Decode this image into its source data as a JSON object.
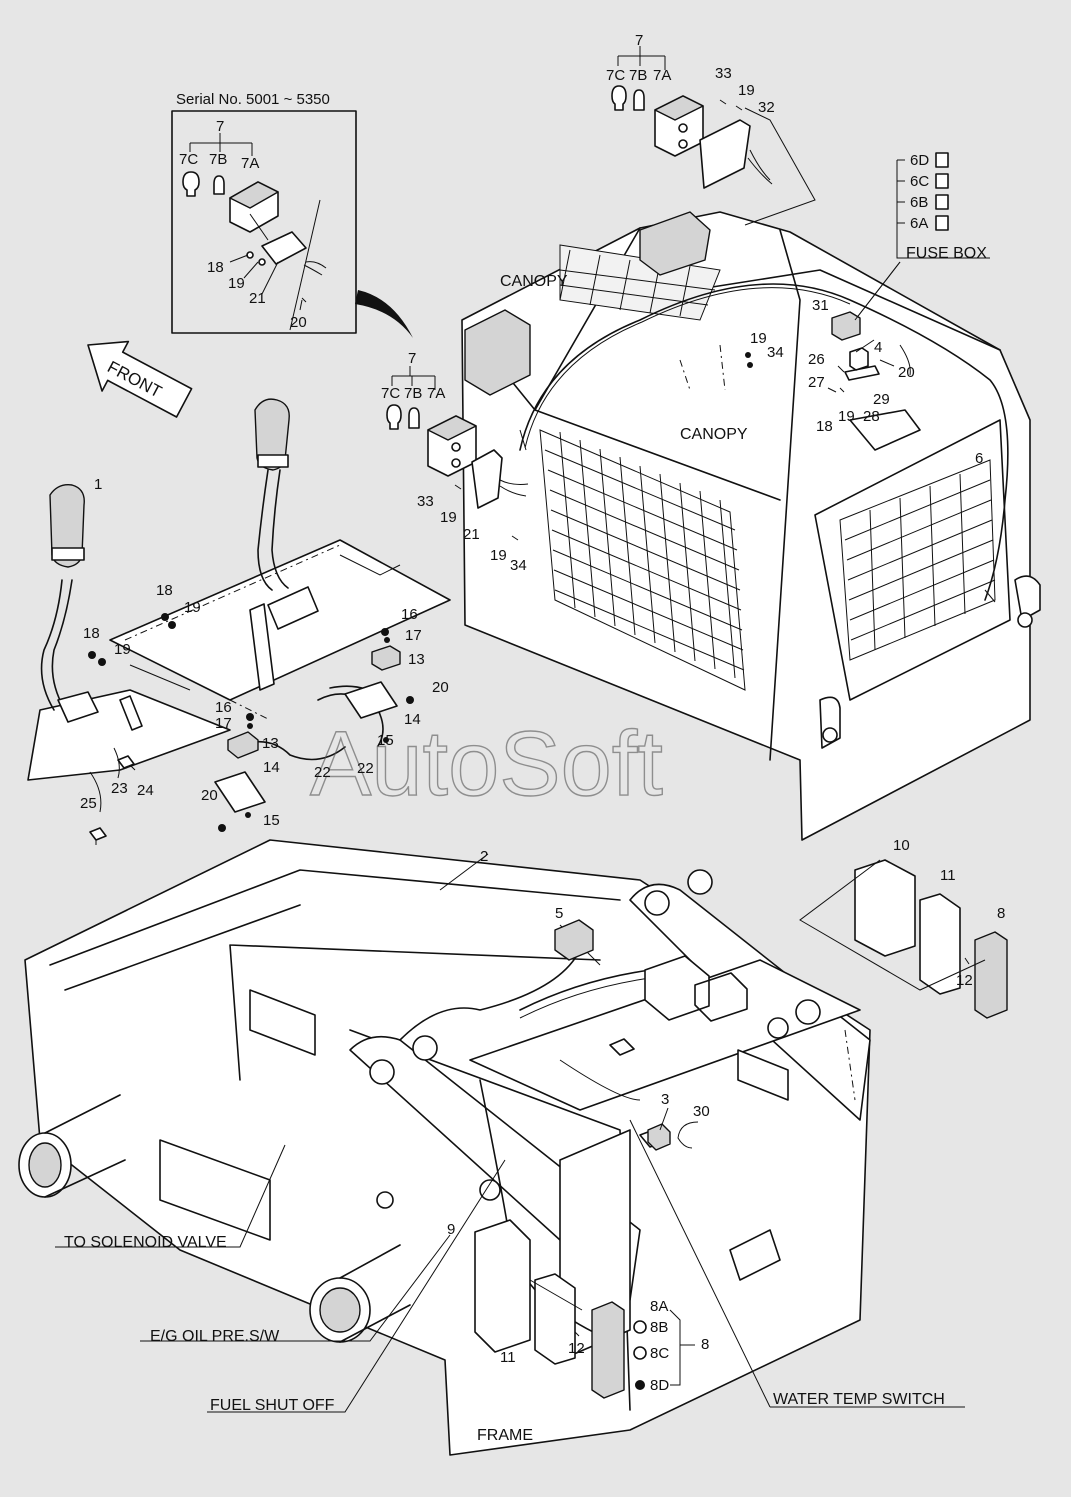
{
  "inset": {
    "serial": "Serial No. 5001 ~ 5350"
  },
  "direction": {
    "front": "FRONT"
  },
  "sections": {
    "canopy_top": "CANOPY",
    "canopy_mid": "CANOPY",
    "fuse_box": "FUSE BOX",
    "frame": "FRAME"
  },
  "callouts": {
    "to_solenoid_valve": "TO SOLENOID VALVE",
    "eg_oil_pre_sw": "E/G OIL PRE.S/W",
    "fuel_shut_off": "FUEL SHUT OFF",
    "water_temp_switch": "WATER TEMP SWITCH"
  },
  "watermark": "AutoSoft",
  "parts": [
    {
      "id": "p7-inset",
      "label": "7"
    },
    {
      "id": "p7c-inset",
      "label": "7C"
    },
    {
      "id": "p7b-inset",
      "label": "7B"
    },
    {
      "id": "p7a-inset",
      "label": "7A"
    },
    {
      "id": "p18-inset",
      "label": "18"
    },
    {
      "id": "p19-inset",
      "label": "19"
    },
    {
      "id": "p21-inset",
      "label": "21"
    },
    {
      "id": "p20-inset",
      "label": "20"
    },
    {
      "id": "p7-top",
      "label": "7"
    },
    {
      "id": "p7c-top",
      "label": "7C"
    },
    {
      "id": "p7b-top",
      "label": "7B"
    },
    {
      "id": "p7a-top",
      "label": "7A"
    },
    {
      "id": "p33-top",
      "label": "33"
    },
    {
      "id": "p19-top",
      "label": "19"
    },
    {
      "id": "p32",
      "label": "32"
    },
    {
      "id": "p6d",
      "label": "6D"
    },
    {
      "id": "p6c",
      "label": "6C"
    },
    {
      "id": "p6b",
      "label": "6B"
    },
    {
      "id": "p6a",
      "label": "6A"
    },
    {
      "id": "p31",
      "label": "31"
    },
    {
      "id": "p4",
      "label": "4"
    },
    {
      "id": "p26",
      "label": "26"
    },
    {
      "id": "p27",
      "label": "27"
    },
    {
      "id": "p20-fuse",
      "label": "20"
    },
    {
      "id": "p29",
      "label": "29"
    },
    {
      "id": "p18-fuse",
      "label": "18"
    },
    {
      "id": "p19-fuse",
      "label": "19"
    },
    {
      "id": "p28",
      "label": "28"
    },
    {
      "id": "p19-mid",
      "label": "19"
    },
    {
      "id": "p34-mid",
      "label": "34"
    },
    {
      "id": "p6",
      "label": "6"
    },
    {
      "id": "p7-left",
      "label": "7"
    },
    {
      "id": "p7c-left",
      "label": "7C"
    },
    {
      "id": "p7b-left",
      "label": "7B"
    },
    {
      "id": "p7a-left",
      "label": "7A"
    },
    {
      "id": "p33-left",
      "label": "33"
    },
    {
      "id": "p19-left",
      "label": "19"
    },
    {
      "id": "p21-left",
      "label": "21"
    },
    {
      "id": "p19-low",
      "label": "19"
    },
    {
      "id": "p34-low",
      "label": "34"
    },
    {
      "id": "p1",
      "label": "1"
    },
    {
      "id": "p18-a",
      "label": "18"
    },
    {
      "id": "p19-a",
      "label": "19"
    },
    {
      "id": "p18-b",
      "label": "18"
    },
    {
      "id": "p19-b",
      "label": "19"
    },
    {
      "id": "p16-a",
      "label": "16"
    },
    {
      "id": "p17-a",
      "label": "17"
    },
    {
      "id": "p13-a",
      "label": "13"
    },
    {
      "id": "p20-a",
      "label": "20"
    },
    {
      "id": "p14-a",
      "label": "14"
    },
    {
      "id": "p15-a",
      "label": "15"
    },
    {
      "id": "p16-b",
      "label": "16"
    },
    {
      "id": "p17-b",
      "label": "17"
    },
    {
      "id": "p13-b",
      "label": "13"
    },
    {
      "id": "p22-a",
      "label": "22"
    },
    {
      "id": "p22-b",
      "label": "22"
    },
    {
      "id": "p14-b",
      "label": "14"
    },
    {
      "id": "p20-b",
      "label": "20"
    },
    {
      "id": "p15-b",
      "label": "15"
    },
    {
      "id": "p25",
      "label": "25"
    },
    {
      "id": "p23",
      "label": "23"
    },
    {
      "id": "p24",
      "label": "24"
    },
    {
      "id": "p2",
      "label": "2"
    },
    {
      "id": "p5",
      "label": "5"
    },
    {
      "id": "p10",
      "label": "10"
    },
    {
      "id": "p11-r",
      "label": "11"
    },
    {
      "id": "p8-r",
      "label": "8"
    },
    {
      "id": "p12-r",
      "label": "12"
    },
    {
      "id": "p3",
      "label": "3"
    },
    {
      "id": "p30",
      "label": "30"
    },
    {
      "id": "p9",
      "label": "9"
    },
    {
      "id": "p8a",
      "label": "8A"
    },
    {
      "id": "p8b",
      "label": "8B"
    },
    {
      "id": "p8",
      "label": "8"
    },
    {
      "id": "p8c",
      "label": "8C"
    },
    {
      "id": "p8d",
      "label": "8D"
    },
    {
      "id": "p11-l",
      "label": "11"
    },
    {
      "id": "p12-l",
      "label": "12"
    }
  ]
}
